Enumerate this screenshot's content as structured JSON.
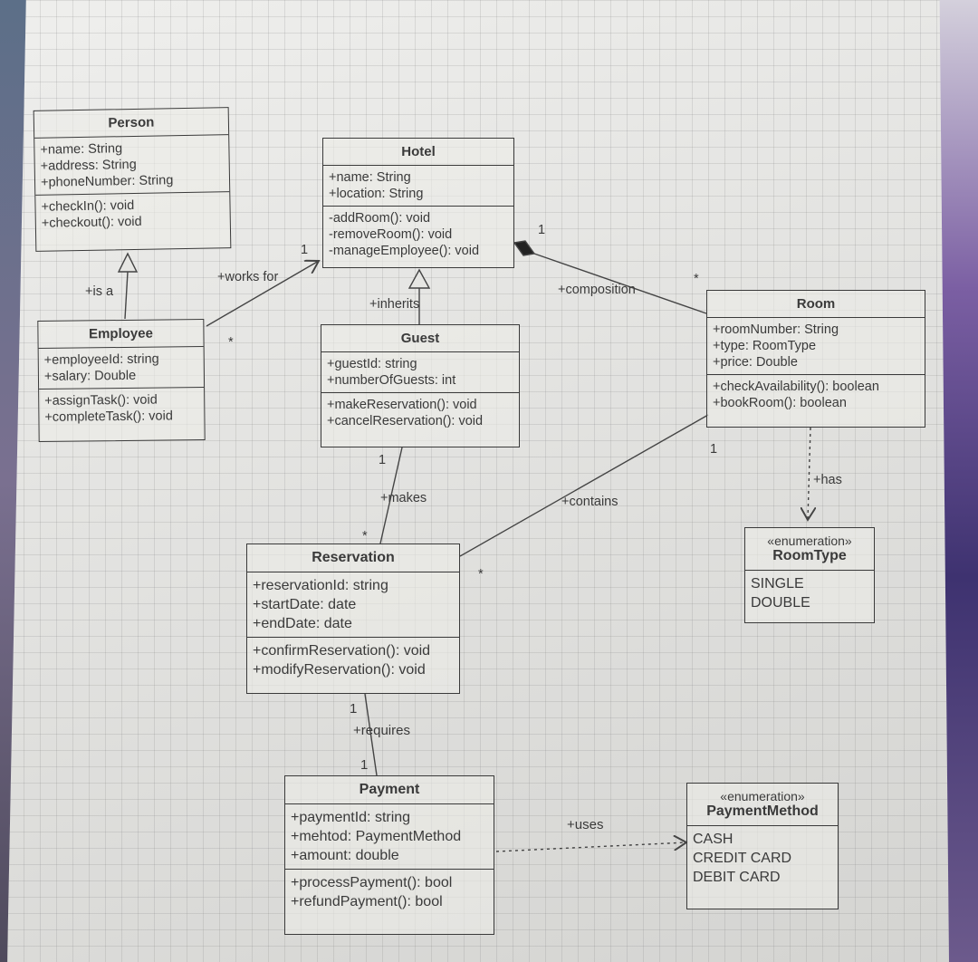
{
  "classes": {
    "person": {
      "name": "Person",
      "attributes": [
        "+name: String",
        "+address: String",
        "+phoneNumber: String"
      ],
      "methods": [
        "+checkIn(): void",
        "+checkout(): void"
      ]
    },
    "hotel": {
      "name": "Hotel",
      "attributes": [
        "+name: String",
        "+location: String"
      ],
      "methods": [
        "-addRoom(): void",
        "-removeRoom(): void",
        "-manageEmployee(): void"
      ]
    },
    "employee": {
      "name": "Employee",
      "attributes": [
        "+employeeId: string",
        "+salary: Double"
      ],
      "methods": [
        "+assignTask(): void",
        "+completeTask(): void"
      ]
    },
    "guest": {
      "name": "Guest",
      "attributes": [
        "+guestId: string",
        "+numberOfGuests: int"
      ],
      "methods": [
        "+makeReservation(): void",
        "+cancelReservation(): void"
      ]
    },
    "room": {
      "name": "Room",
      "attributes": [
        "+roomNumber: String",
        "+type: RoomType",
        "+price: Double"
      ],
      "methods": [
        "+checkAvailability(): boolean",
        "+bookRoom(): boolean"
      ]
    },
    "roomtype": {
      "stereotype": "«enumeration»",
      "name": "RoomType",
      "values": [
        "SINGLE",
        "DOUBLE"
      ]
    },
    "reservation": {
      "name": "Reservation",
      "attributes": [
        "+reservationId: string",
        "+startDate: date",
        "+endDate: date"
      ],
      "methods": [
        "+confirmReservation(): void",
        "+modifyReservation(): void"
      ]
    },
    "payment": {
      "name": "Payment",
      "attributes": [
        "+paymentId: string",
        "+mehtod: PaymentMethod",
        "+amount: double"
      ],
      "methods": [
        "+processPayment(): bool",
        "+refundPayment(): bool"
      ]
    },
    "paymentmethod": {
      "stereotype": "«enumeration»",
      "name": "PaymentMethod",
      "values": [
        "CASH",
        "CREDIT CARD",
        "DEBIT CARD"
      ]
    }
  },
  "labels": {
    "is_a": "+is a",
    "works_for": "+works for",
    "works_for_mult_hotel": "1",
    "works_for_mult_employee": "*",
    "inherits": "+inherits",
    "composition": "+composition",
    "composition_mult_hotel": "1",
    "composition_mult_room": "*",
    "makes": "+makes",
    "makes_mult_guest": "1",
    "makes_mult_reservation": "*",
    "contains": "+contains",
    "contains_mult_room": "1",
    "contains_mult_reservation": "*",
    "has": "+has",
    "requires": "+requires",
    "requires_mult_reservation": "1",
    "requires_mult_payment": "1",
    "uses": "+uses"
  }
}
